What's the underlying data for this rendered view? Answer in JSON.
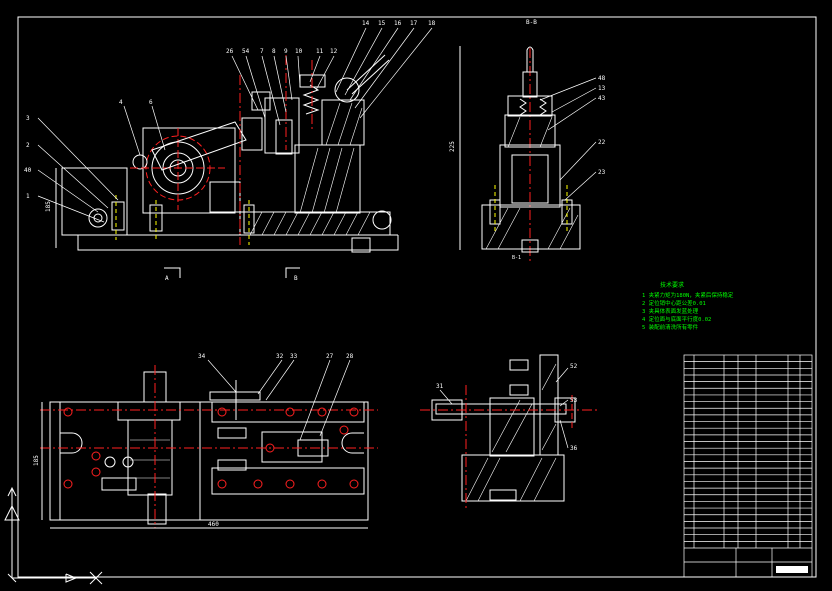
{
  "drawing": {
    "colors": {
      "background": "#000000",
      "outline": "#ffffff",
      "centerline": "#ff2020",
      "hidden": "#ffff00",
      "hatch": "#ffffff",
      "notes": "#00ff00",
      "leader": "#ffffff"
    },
    "section_label": "B-B",
    "view_label_a": "A",
    "view_label_b": "B",
    "view_label_small": "B-1",
    "dim_height_main": "185",
    "dim_height_side": "225",
    "dim_width_plan": "460",
    "dim_height_plan": "185",
    "balloons_top": [
      "26",
      "54",
      "7",
      "8",
      "9",
      "10",
      "11",
      "12",
      "14",
      "15",
      "16",
      "17",
      "18"
    ],
    "balloons_left": [
      "3",
      "2",
      "40",
      "1",
      "4",
      "6"
    ],
    "balloons_side": [
      "48",
      "13",
      "43",
      "22",
      "23"
    ],
    "balloons_plan": [
      "34",
      "32",
      "33",
      "27",
      "28"
    ],
    "balloons_small": [
      "31",
      "52",
      "53",
      "36"
    ],
    "tech_title": "技术要求",
    "tech_notes": [
      "1  夹紧力矩为180N，夹紧后保持稳定",
      "2  定位销中心距公差0.01",
      "3  夹具体表面发蓝处理",
      "4  定位面与底面平行度0.02",
      "5  装配前清洗所有零件"
    ],
    "title_block": {
      "rows": 29
    }
  }
}
